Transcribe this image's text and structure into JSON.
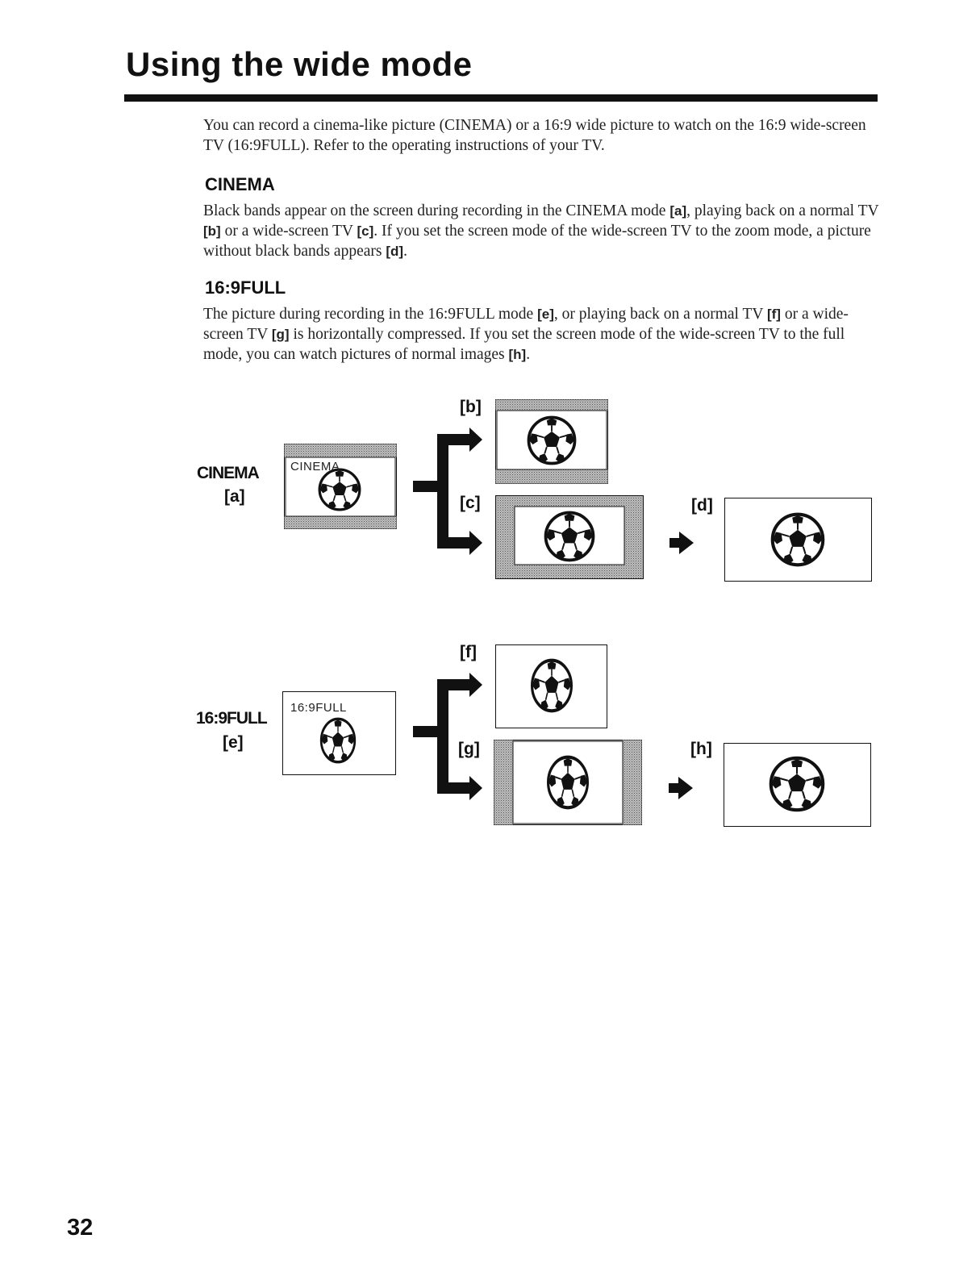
{
  "page": {
    "title": "Using the wide mode",
    "intro": "You can record a cinema-like picture (CINEMA) or a 16:9 wide picture to watch on the 16:9 wide-screen TV (16:9FULL). Refer to the operating instructions of your TV.",
    "page_number": "32"
  },
  "cinema": {
    "heading": "CINEMA",
    "text": {
      "t1": "Black bands appear on the screen during recording in the CINEMA mode ",
      "ref_a": "[a]",
      "t2": ", playing back on a normal TV ",
      "ref_b": "[b]",
      "t3": " or a wide-screen TV ",
      "ref_c": "[c]",
      "t4": ". If you set the screen mode of the wide-screen TV to the zoom mode, a picture without black bands appears ",
      "ref_d": "[d]",
      "t5": "."
    }
  },
  "full": {
    "heading": "16:9FULL",
    "text": {
      "t1": "The picture during recording in the 16:9FULL mode ",
      "ref_e": "[e]",
      "t2": ", or playing back on a normal TV ",
      "ref_f": "[f]",
      "t3": " or a wide-screen TV ",
      "ref_g": "[g]",
      "t4": " is horizontally compressed. If you set the screen mode of the wide-screen TV to the full mode, you can watch pictures of normal images ",
      "ref_h": "[h]",
      "t5": "."
    }
  },
  "diagram": {
    "cinema_label": "CINEMA",
    "full_label": "16:9FULL",
    "screen_cinema_text": "CINEMA",
    "screen_full_text": "16:9FULL",
    "labels": {
      "a": "[a]",
      "b": "[b]",
      "c": "[c]",
      "d": "[d]",
      "e": "[e]",
      "f": "[f]",
      "g": "[g]",
      "h": "[h]"
    },
    "icons": [
      "soccer-ball-icon",
      "arrow-right-icon",
      "bracket-arrow-icon"
    ],
    "colors": {
      "band": "#8a8a8a",
      "ink": "#111111",
      "screen": "#ffffff"
    }
  }
}
